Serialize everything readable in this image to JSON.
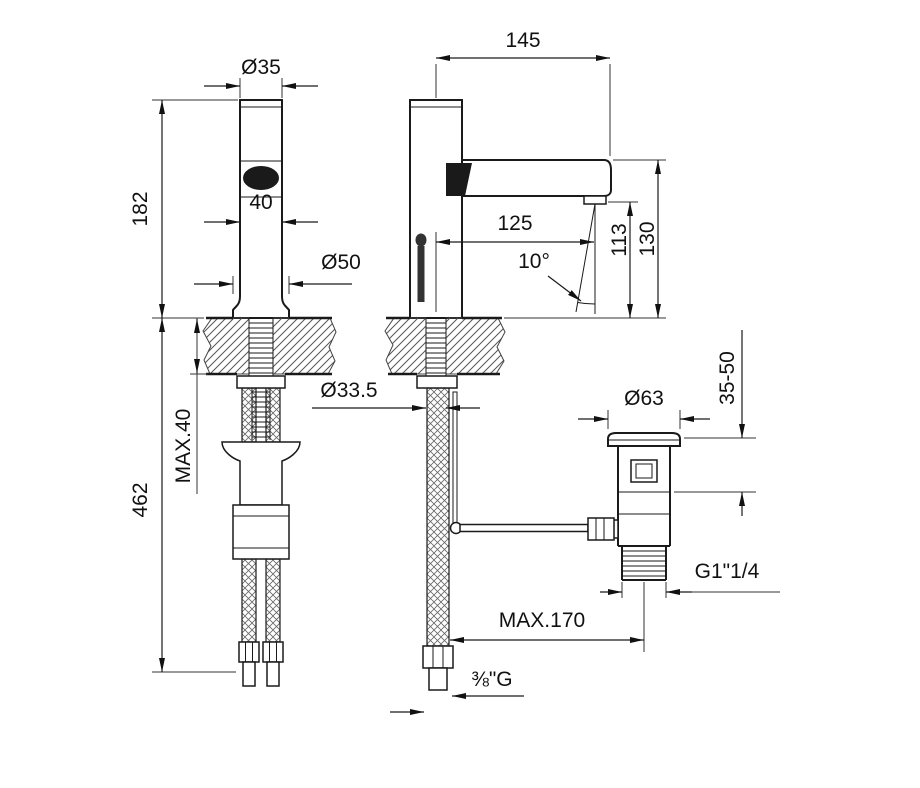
{
  "drawing": {
    "title": "basin-mixer-faucet-technical-drawing",
    "colors": {
      "background": "#ffffff",
      "ink": "#1a1a1a"
    },
    "labels": {
      "dia35": "Ø35",
      "len145": "145",
      "len182": "182",
      "len40": "40",
      "dia50": "Ø50",
      "len125": "125",
      "angle10": "10°",
      "len113": "113",
      "len130": "130",
      "dia33_5": "Ø33.5",
      "max40": "MAX.40",
      "len462": "462",
      "range35_50": "35-50",
      "dia63": "Ø63",
      "thread_drain": "G1\"1/4",
      "max170": "MAX.170",
      "thread_hose": "⅜\"G"
    }
  }
}
